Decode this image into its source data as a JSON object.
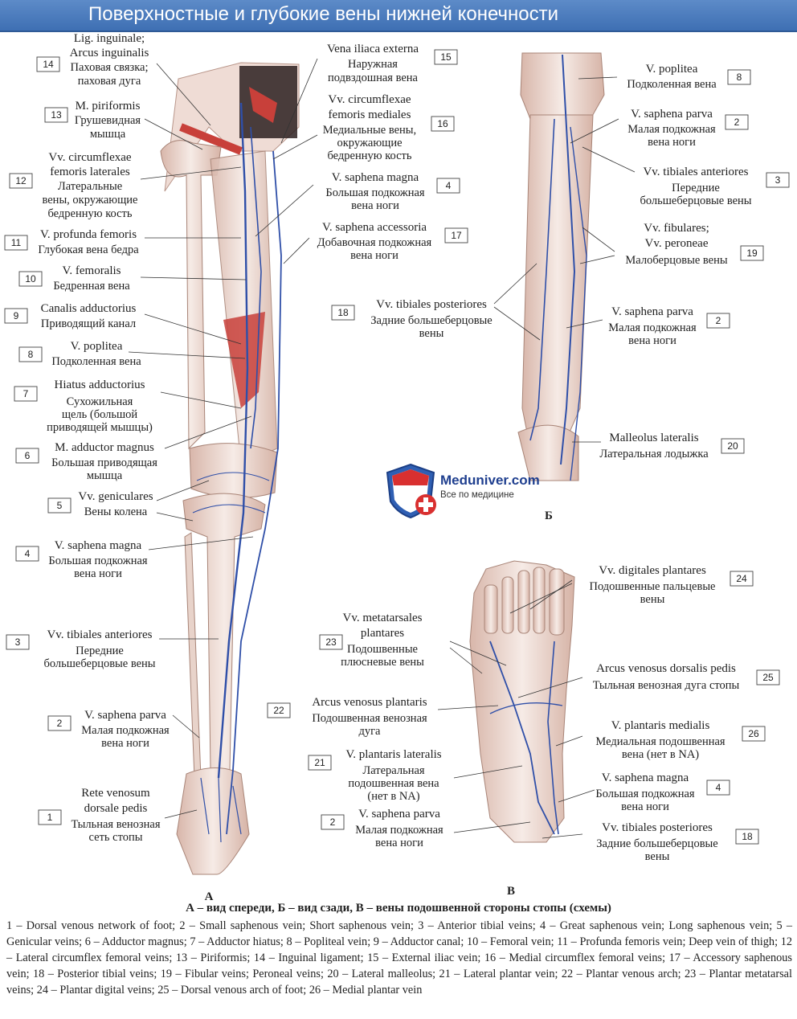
{
  "title": "Поверхностные и глубокие вены нижней конечности",
  "panel_labels": {
    "a": "А",
    "b": "Б",
    "c": "В"
  },
  "watermark": {
    "site": "Meduniver.com",
    "tagline": "Все по медицине"
  },
  "caption": "А – вид спереди, Б – вид сзади, В – вены подошвенной стороны стопы (схемы)",
  "legend": "1 – Dorsal venous network of foot; 2 – Small saphenous vein; Short saphenous vein; 3 – Anterior tibial veins; 4 – Great saphenous vein; Long saphenous vein; 5 – Genicular veins; 6 – Adductor magnus; 7 – Adductor hiatus; 8 – Popliteal vein; 9 – Adductor canal; 10 – Femoral vein; 11 – Profunda femoris vein; Deep vein of thigh; 12 – Lateral circumflex femoral veins; 13 – Piriformis; 14 – Inguinal ligament; 15 – External iliac vein; 16 – Medial circumflex femoral veins; 17 – Accessory saphenous vein; 18 – Posterior tibial veins; 19 – Fibular veins; Peroneal veins; 20 – Lateral malleolus; 21 – Lateral plantar vein; 22 – Plantar venous arch; 23 – Plantar metatarsal veins; 24 – Plantar digital veins; 25 – Dorsal venous arch of foot; 26 – Medial plantar vein",
  "labels": {
    "l14": {
      "num": "14",
      "lat1": "Lig. inguinale;",
      "lat2": "Arcus inguinalis",
      "ru1": "Паховая связка;",
      "ru2": "паховая дуга"
    },
    "l13": {
      "num": "13",
      "lat1": "M. piriformis",
      "ru1": "Грушевидная",
      "ru2": "мышца"
    },
    "l12": {
      "num": "12",
      "lat1": "Vv. circumflexae",
      "lat2": "femoris laterales",
      "ru1": "Латеральные",
      "ru2": "вены, окружающие",
      "ru3": "бедренную кость"
    },
    "l11": {
      "num": "11",
      "lat1": "V. profunda femoris",
      "ru1": "Глубокая вена бедра"
    },
    "l10": {
      "num": "10",
      "lat1": "V. femoralis",
      "ru1": "Бедренная вена"
    },
    "l9": {
      "num": "9",
      "lat1": "Canalis adductorius",
      "ru1": "Приводящий канал"
    },
    "l8a": {
      "num": "8",
      "lat1": "V. poplitea",
      "ru1": "Подколенная вена"
    },
    "l7": {
      "num": "7",
      "lat1": "Hiatus adductorius",
      "ru1": "Сухожильная",
      "ru2": "щель (большой",
      "ru3": "приводящей мышцы)"
    },
    "l6": {
      "num": "6",
      "lat1": "M. adductor magnus",
      "ru1": "Большая приводящая",
      "ru2": "мышца"
    },
    "l5": {
      "num": "5",
      "lat1": "Vv. geniculares",
      "ru1": "Вены колена"
    },
    "l4a": {
      "num": "4",
      "lat1": "V. saphena magna",
      "ru1": "Большая подкожная",
      "ru2": "вена ноги"
    },
    "l3a": {
      "num": "3",
      "lat1": "Vv. tibiales anteriores",
      "ru1": "Передние",
      "ru2": "большеберцовые вены"
    },
    "l2a": {
      "num": "2",
      "lat1": "V. saphena parva",
      "ru1": "Малая подкожная",
      "ru2": "вена ноги"
    },
    "l1": {
      "num": "1",
      "lat1": "Rete venosum",
      "lat2": "dorsale pedis",
      "ru1": "Тыльная венозная",
      "ru2": "сеть стопы"
    },
    "l15": {
      "num": "15",
      "lat1": "Vena iliaca externa",
      "ru1": "Наружная",
      "ru2": "подвздошная вена"
    },
    "l16": {
      "num": "16",
      "lat1": "Vv. circumflexae",
      "lat2": "femoris mediales",
      "ru1": "Медиальные вены,",
      "ru2": "окружающие",
      "ru3": "бедренную кость"
    },
    "l4b": {
      "num": "4",
      "lat1": "V. saphena magna",
      "ru1": "Большая подкожная",
      "ru2": "вена ноги"
    },
    "l17": {
      "num": "17",
      "lat1": "V. saphena accessoria",
      "ru1": "Добавочная подкожная",
      "ru2": "вена ноги"
    },
    "l8b": {
      "num": "8",
      "lat1": "V. poplitea",
      "ru1": "Подколенная вена"
    },
    "l2b": {
      "num": "2",
      "lat1": "V. saphena parva",
      "ru1": "Малая подкожная",
      "ru2": "вена ноги"
    },
    "l3b": {
      "num": "3",
      "lat1": "Vv. tibiales anteriores",
      "ru1": "Передние",
      "ru2": "большеберцовые вены"
    },
    "l19": {
      "num": "19",
      "lat1": "Vv. fibulares;",
      "lat2": "Vv. peroneae",
      "ru1": "Малоберцовые вены"
    },
    "l18a": {
      "num": "18",
      "lat1": "Vv. tibiales posteriores",
      "ru1": "Задние большеберцовые",
      "ru2": "вены"
    },
    "l2c": {
      "num": "2",
      "lat1": "V. saphena parva",
      "ru1": "Малая подкожная",
      "ru2": "вена ноги"
    },
    "l20": {
      "num": "20",
      "lat1": "Malleolus lateralis",
      "ru1": "Латеральная лодыжка"
    },
    "l24": {
      "num": "24",
      "lat1": "Vv. digitales plantares",
      "ru1": "Подошвенные пальцевые",
      "ru2": "вены"
    },
    "l23": {
      "num": "23",
      "lat1": "Vv. metatarsales",
      "lat2": "plantares",
      "ru1": "Подошвенные",
      "ru2": "плюсневые вены"
    },
    "l25": {
      "num": "25",
      "lat1": "Arcus venosus dorsalis pedis",
      "ru1": "Тыльная венозная дуга стопы"
    },
    "l22": {
      "num": "22",
      "lat1": "Arcus venosus plantaris",
      "ru1": "Подошвенная венозная",
      "ru2": "дуга"
    },
    "l26": {
      "num": "26",
      "lat1": "V. plantaris medialis",
      "ru1": "Медиальная подошвенная",
      "ru2": "вена (нет в NA)"
    },
    "l21": {
      "num": "21",
      "lat1": "V. plantaris lateralis",
      "ru1": "Латеральная",
      "ru2": "подошвенная вена",
      "ru3": "(нет в NA)"
    },
    "l4c": {
      "num": "4",
      "lat1": "V. saphena magna",
      "ru1": "Большая подкожная",
      "ru2": "вена ноги"
    },
    "l2d": {
      "num": "2",
      "lat1": "V. saphena parva",
      "ru1": "Малая подкожная",
      "ru2": "вена ноги"
    },
    "l18b": {
      "num": "18",
      "lat1": "Vv. tibiales posteriores",
      "ru1": "Задние большеберцовые",
      "ru2": "вены"
    }
  },
  "colors": {
    "bone": "#f1e2dc",
    "bone_shade": "#d9b8ad",
    "vein": "#2f4fa8",
    "muscle": "#c8403a",
    "title_bg": "#4a78bb"
  }
}
